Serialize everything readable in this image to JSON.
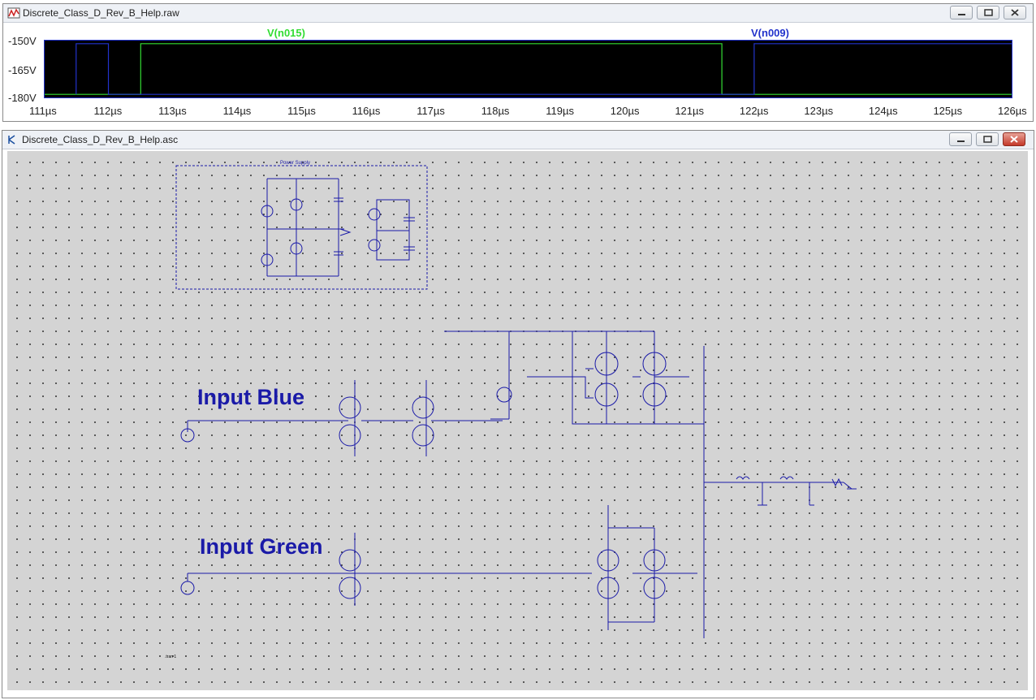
{
  "waveform_window": {
    "title": "Discrete_Class_D_Rev_B_Help.raw",
    "y_ticks": [
      "-150V",
      "-165V",
      "-180V"
    ],
    "x_ticks": [
      "111µs",
      "112µs",
      "113µs",
      "114µs",
      "115µs",
      "116µs",
      "117µs",
      "118µs",
      "119µs",
      "120µs",
      "121µs",
      "122µs",
      "123µs",
      "124µs",
      "125µs",
      "126µs"
    ],
    "traces": [
      {
        "name": "V(n015)",
        "color": "#33dd33"
      },
      {
        "name": "V(n009)",
        "color": "#2233cc"
      }
    ]
  },
  "chart_data": {
    "type": "line",
    "xlabel": "",
    "ylabel": "",
    "xlim": [
      111,
      126
    ],
    "ylim": [
      -180,
      -150
    ],
    "grid": false,
    "series": [
      {
        "name": "V(n015)",
        "x": [
          111,
          112.5,
          112.5,
          121.5,
          121.5,
          126
        ],
        "y": [
          -178,
          -178,
          -152,
          -152,
          -178,
          -178
        ]
      },
      {
        "name": "V(n009)",
        "x": [
          111.5,
          111.5,
          112,
          112,
          122,
          122,
          126
        ],
        "y": [
          -178,
          -152,
          -152,
          -178,
          -178,
          -152,
          -152
        ]
      }
    ]
  },
  "schematic_window": {
    "title": "Discrete_Class_D_Rev_B_Help.asc",
    "labels": {
      "input_blue": "Input Blue",
      "input_green": "Input Green",
      "power_supply": "Power Supply",
      "tran": ".tran 1"
    }
  },
  "controls": {
    "minimize": "minimize",
    "restore": "restore",
    "close": "close"
  }
}
